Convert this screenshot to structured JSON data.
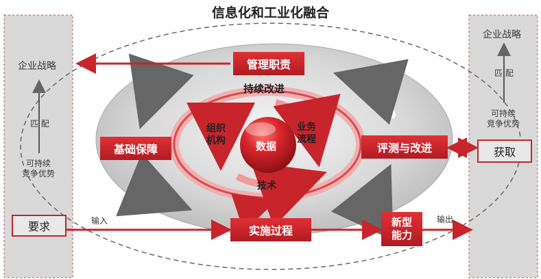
{
  "title": "信息化和工业化融合",
  "left_panel": {
    "top_label": "企业战略",
    "match_label": "匹 配",
    "bottom_label_line1": "可持续",
    "bottom_label_line2": "竞争优势",
    "requirement": "要求"
  },
  "right_panel": {
    "top_label": "企业战略",
    "match_label": "匹 配",
    "bottom_label_line1": "可持续",
    "bottom_label_line2": "竞争优势",
    "acquire": "获取"
  },
  "boxes": {
    "management": "管理职责",
    "foundation": "基础保障",
    "evaluation": "评测与改进",
    "implementation": "实施过程",
    "new_capability_line1": "新型",
    "new_capability_line2": "能力"
  },
  "center": {
    "continuous_improvement": "持续改进",
    "data": "数据",
    "org_line1": "组织",
    "org_line2": "机构",
    "process_line1": "业务",
    "process_line2": "流程",
    "technology": "技术"
  },
  "flows": {
    "input": "输入",
    "output": "输出"
  },
  "colors": {
    "accent_red": "#c8242c",
    "panel_gray": "#d7d7d7",
    "ellipse_gray": "#cfcfcf"
  }
}
